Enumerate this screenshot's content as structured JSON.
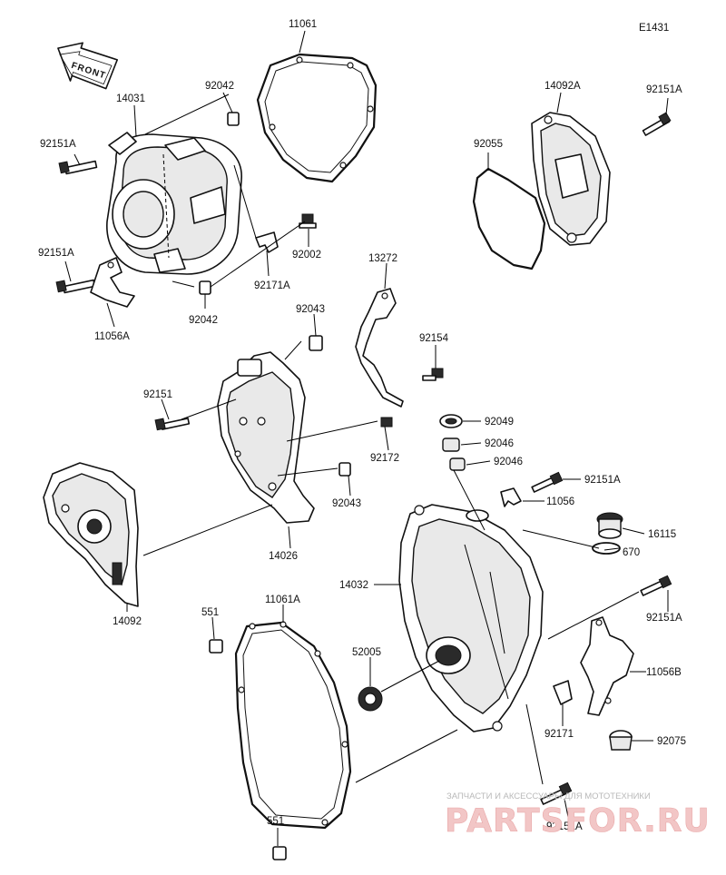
{
  "diagram_id": "E1431",
  "front_label": "FRONT",
  "labels": {
    "p11061": "11061",
    "p14031": "14031",
    "p92042_top": "92042",
    "p92151A_left": "92151A",
    "p92151A_mid": "92151A",
    "p11056A": "11056A",
    "p92042_bot": "92042",
    "p92002": "92002",
    "p92171A": "92171A",
    "p14092A": "14092A",
    "p92151A_tr": "92151A",
    "p92055": "92055",
    "p13272": "13272",
    "p92043_top": "92043",
    "p92154": "92154",
    "p92151": "92151",
    "p92049": "92049",
    "p92046_a": "92046",
    "p92046_b": "92046",
    "p92172": "92172",
    "p92043_bot": "92043",
    "p92151A_r": "92151A",
    "p11056": "11056",
    "p14026": "14026",
    "p16115": "16115",
    "p670": "670",
    "p14032": "14032",
    "p14092": "14092",
    "p551_top": "551",
    "p11061A": "11061A",
    "p92151A_r2": "92151A",
    "p52005": "52005",
    "p11056B": "11056B",
    "p92171": "92171",
    "p92075": "92075",
    "p551_bot": "551",
    "p92151A_bot": "92151A"
  },
  "watermark": {
    "tagline": "ЗАПЧАСТИ И АКСЕССУАРЫ ДЛЯ МОТОТЕХНИКИ",
    "brand": "PARTSFOR.RU"
  }
}
